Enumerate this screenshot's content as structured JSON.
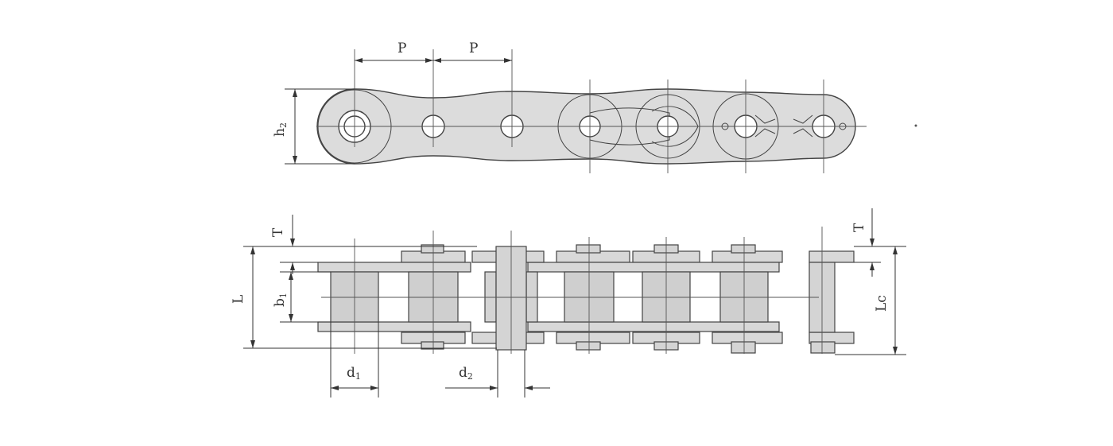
{
  "diagram": {
    "colors": {
      "plate_fill": "#d8d8d8",
      "line": "#444444",
      "background": "#ffffff"
    },
    "labels": {
      "pitch_1": "P",
      "pitch_2": "P",
      "height": "h",
      "height_sub": "2",
      "thickness_left": "T",
      "thickness_right": "T",
      "length": "L",
      "length_c": "Lc",
      "inner_width": "b",
      "inner_width_sub": "1",
      "roller_diameter": "d",
      "roller_diameter_sub": "1",
      "pin_diameter": "d",
      "pin_diameter_sub": "2"
    }
  }
}
